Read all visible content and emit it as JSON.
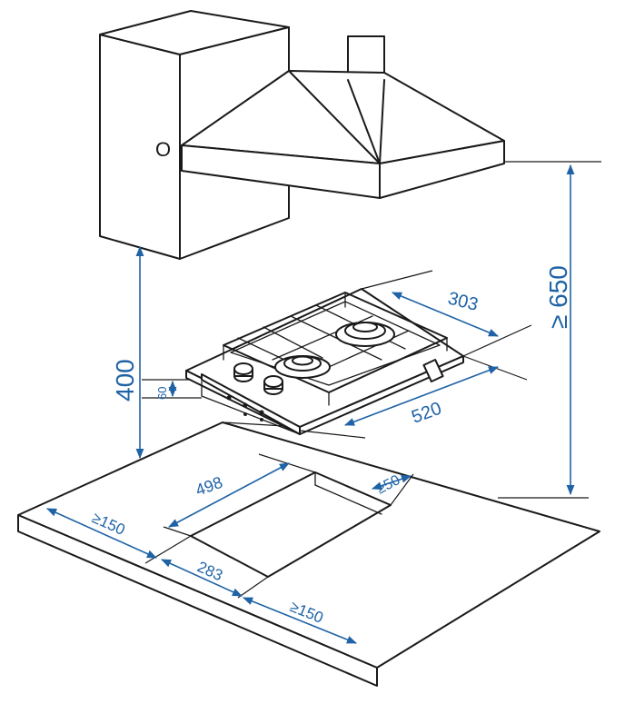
{
  "colors": {
    "dimension": "#1f63a6",
    "outline": "#1a1a1a",
    "background": "#ffffff"
  },
  "dimensions": {
    "hood_clearance": "≥ 650",
    "hood_height": "400",
    "hob_height": "60",
    "hob_width": "303",
    "hob_depth": "520",
    "cutout_depth": "498",
    "cutout_width": "283",
    "back_clearance": "≥50",
    "left_clearance": "≥150",
    "front_clearance": "≥150"
  },
  "hood_marker": "O"
}
